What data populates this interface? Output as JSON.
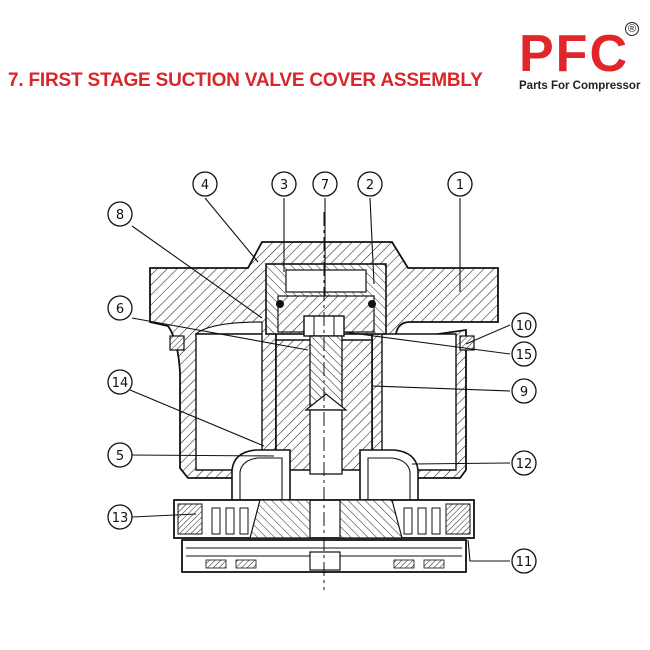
{
  "header": {
    "title": "7. FIRST STAGE SUCTION VALVE COVER ASSEMBLY"
  },
  "brand": {
    "logo_text": "PFC",
    "registered": "®",
    "tagline": "Parts For Compressor",
    "color": "#e0262a"
  },
  "colors": {
    "title": "#d8262a",
    "line": "#111111"
  },
  "callouts": [
    "1",
    "2",
    "3",
    "4",
    "5",
    "6",
    "7",
    "8",
    "9",
    "10",
    "11",
    "12",
    "13",
    "14",
    "15"
  ]
}
